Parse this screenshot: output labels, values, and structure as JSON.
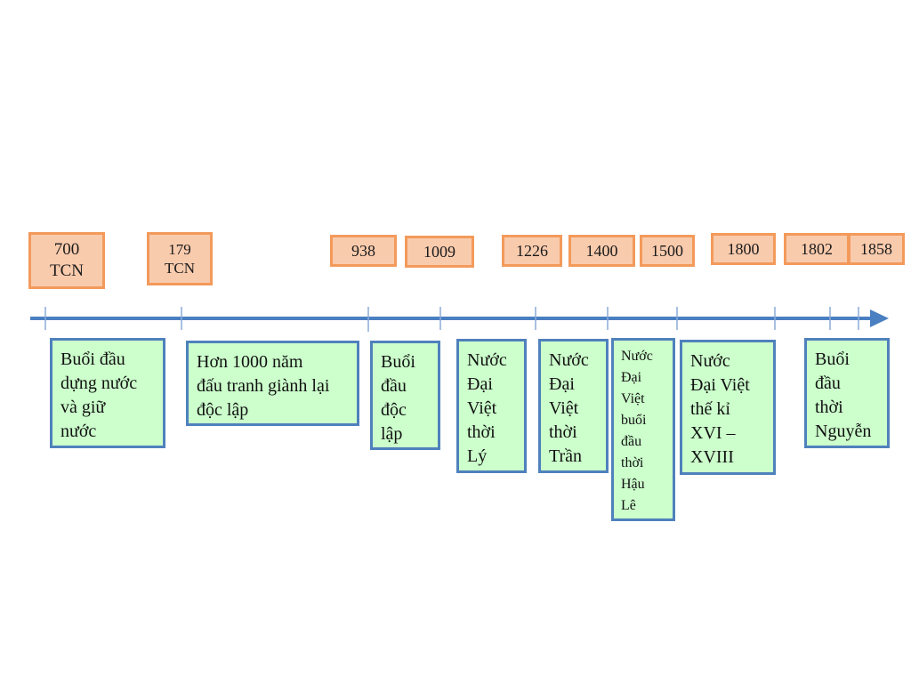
{
  "colors": {
    "year_fill": "#f9cbad",
    "year_border": "#f39a5b",
    "period_fill": "#ccffcc",
    "period_border": "#4f81bd",
    "axis": "#4a7fc1"
  },
  "years": [
    {
      "id": "700tcn",
      "label": "700\nTCN"
    },
    {
      "id": "179tcn",
      "label": "179\nTCN"
    },
    {
      "id": "938",
      "label": "938"
    },
    {
      "id": "1009",
      "label": "1009"
    },
    {
      "id": "1226",
      "label": "1226"
    },
    {
      "id": "1400",
      "label": "1400"
    },
    {
      "id": "1500",
      "label": "1500"
    },
    {
      "id": "1800",
      "label": "1800"
    },
    {
      "id": "1802",
      "label": "1802"
    },
    {
      "id": "1858",
      "label": "1858"
    }
  ],
  "periods": [
    {
      "id": "dung-nuoc",
      "label": "Buổi đầu\ndựng nước\nvà giữ\nnước"
    },
    {
      "id": "1000-nam",
      "label": "Hơn 1000 năm\nđấu tranh giành lại\nđộc lập"
    },
    {
      "id": "doc-lap",
      "label": "Buổi\nđầu\nđộc\nlập"
    },
    {
      "id": "ly",
      "label": "Nước\nĐại\nViệt\nthời\nLý"
    },
    {
      "id": "tran",
      "label": "Nước\nĐại\nViệt\nthời\nTrần"
    },
    {
      "id": "hau-le",
      "label": "Nước\nĐại\nViệt\nbuổi\nđầu\nthời\nHậu\nLê"
    },
    {
      "id": "xvi-xviii",
      "label": "Nước\nĐại Việt\nthế kỉ\nXVI –\nXVIII"
    },
    {
      "id": "nguyen",
      "label": "Buổi\nđầu\nthời\nNguyễn"
    }
  ]
}
